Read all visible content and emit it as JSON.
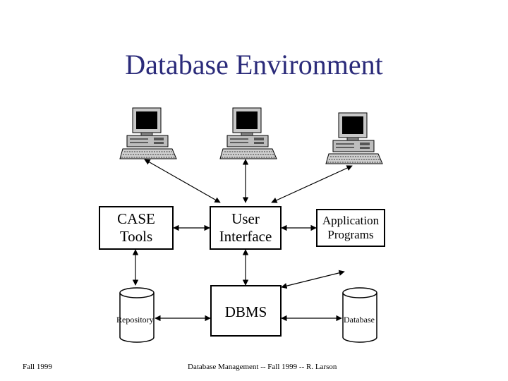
{
  "title": "Database Environment",
  "nodes": {
    "case_tools": "CASE Tools",
    "user_interface": "User Interface",
    "application_programs": "Application Programs",
    "dbms": "DBMS",
    "repository": "Repository",
    "database": "Database"
  },
  "computers": [
    "computer-icon",
    "computer-icon",
    "computer-icon"
  ],
  "footer": {
    "left": "Fall 1999",
    "center": "Database Management -- Fall 1999 -- R. Larson"
  }
}
